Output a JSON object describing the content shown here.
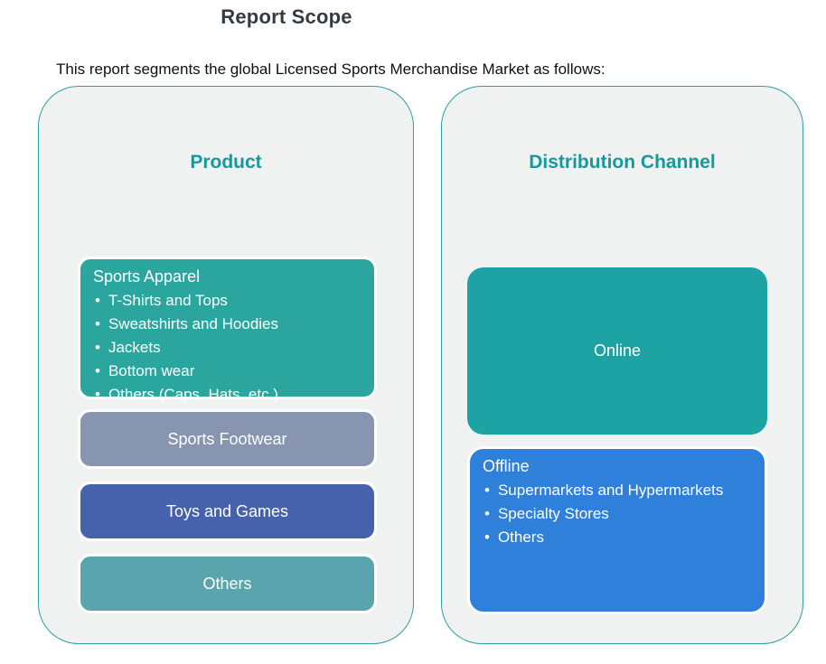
{
  "page": {
    "title": "Report Scope",
    "subtitle": "This report segments the global Licensed Sports Merchandise Market as follows:"
  },
  "colors": {
    "panel_fill": "#f0f1f1",
    "panel_border_teal": "#2c9fa1",
    "heading_teal": "#17989b",
    "title_dark": "#333b42",
    "sports_apparel_teal": "#2ba69e",
    "sports_footwear_slate": "#8795b1",
    "toys_and_games_blue": "#4762ac",
    "others_muted_teal": "#5aa4ad",
    "online_teal": "#1da3a3",
    "offline_blue": "#2e80db",
    "box_text_white": "#ffffff"
  },
  "columns": [
    {
      "heading": "Product",
      "boxes": [
        {
          "label": "Sports Apparel",
          "items": [
            "T-Shirts and Tops",
            "Sweatshirts and Hoodies",
            "Jackets",
            "Bottom wear",
            "Others (Caps, Hats, etc.)"
          ]
        },
        {
          "label": "Sports Footwear"
        },
        {
          "label": "Toys and Games"
        },
        {
          "label": "Others"
        }
      ]
    },
    {
      "heading": "Distribution Channel",
      "boxes": [
        {
          "label": "Online"
        },
        {
          "label": "Offline",
          "items": [
            "Supermarkets and Hypermarkets",
            "Specialty Stores",
            "Others"
          ]
        }
      ]
    }
  ]
}
